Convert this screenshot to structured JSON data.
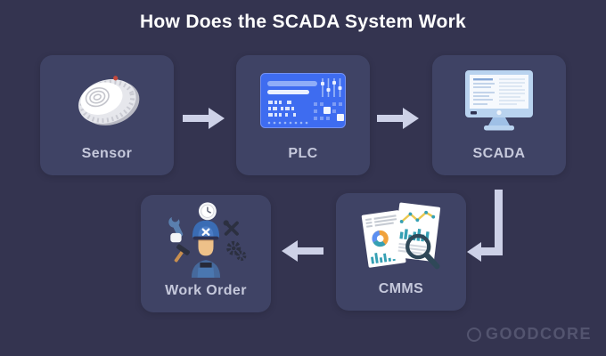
{
  "title": "How Does the SCADA System Work",
  "nodes": {
    "sensor": {
      "label": "Sensor",
      "icon": "smoke-detector-sensor"
    },
    "plc": {
      "label": "PLC",
      "icon": "controller-circuit-board"
    },
    "scada": {
      "label": "SCADA",
      "icon": "desktop-monitor-dashboard"
    },
    "cmms": {
      "label": "CMMS",
      "icon": "report-documents-magnifier"
    },
    "work_order": {
      "label": "Work Order",
      "icon": "maintenance-worker-tools"
    }
  },
  "flow_order": [
    "Sensor",
    "PLC",
    "SCADA",
    "CMMS",
    "Work Order"
  ],
  "watermark": {
    "text": "GOODCORE"
  },
  "colors": {
    "background": "#343450",
    "card": "#3f4365",
    "arrow": "#cdd1e7",
    "title_text": "#ffffff",
    "label_text": "#c5c8db",
    "plc_blue": "#3e6cf0",
    "monitor_blue": "#b9d3ef",
    "sensor_led_red": "#c2493d",
    "pie_teal": "#35a0b4",
    "pie_orange": "#f0a23c",
    "chart_line_yellow": "#ecc84e",
    "magnifier_slate": "#2f4858",
    "worker_cap_blue": "#3a6cb4"
  }
}
